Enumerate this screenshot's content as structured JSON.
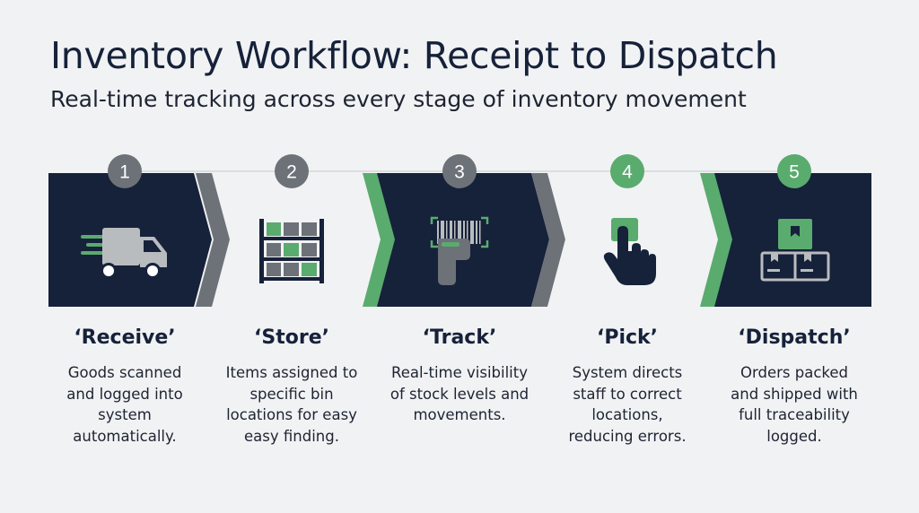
{
  "header": {
    "title": "Inventory Workflow: Receipt to Dispatch",
    "subtitle": "Real-time tracking across every stage of inventory movement"
  },
  "colors": {
    "navy": "#16213a",
    "green": "#5aab6e",
    "gray": "#6d7178",
    "light_panel": "#f1f2f3",
    "icon_gray": "#b9bcbf"
  },
  "steps": [
    {
      "number": "1",
      "label": "‘Receive’",
      "description": "Goods scanned\nand logged into\nsystem\nautomatically.",
      "panel": "dark",
      "badge": "gray",
      "icon": "delivery-truck-icon"
    },
    {
      "number": "2",
      "label": "‘Store’",
      "description": "Items assigned to\nspecific bin\nlocations for easy\neasy finding.",
      "panel": "light",
      "badge": "gray",
      "icon": "storage-shelf-icon"
    },
    {
      "number": "3",
      "label": "‘Track’",
      "description": "Real-time visibility\nof stock levels and\nmovements.",
      "panel": "dark",
      "badge": "gray",
      "icon": "barcode-scanner-icon"
    },
    {
      "number": "4",
      "label": "‘Pick’",
      "description": "System directs\nstaff to correct\nlocations,\nreducing errors.",
      "panel": "light",
      "badge": "green",
      "icon": "hand-pointer-icon"
    },
    {
      "number": "5",
      "label": "‘Dispatch’",
      "description": "Orders packed\nand shipped with\nfull traceability\nlogged.",
      "panel": "dark",
      "badge": "green",
      "icon": "packages-icon"
    }
  ]
}
